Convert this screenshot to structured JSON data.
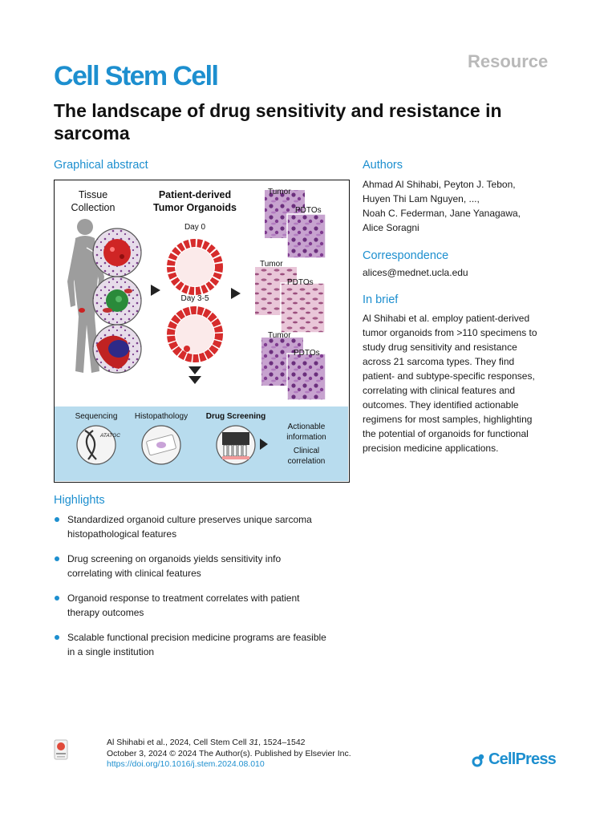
{
  "header": {
    "article_type": "Resource",
    "journal": "Cell Stem Cell",
    "title": "The landscape of drug sensitivity and resistance in sarcoma"
  },
  "graphical_abstract": {
    "heading": "Graphical abstract",
    "tissue_collection": [
      "Tissue",
      "Collection"
    ],
    "pdto_title": [
      "Patient-derived",
      "Tumor Organoids"
    ],
    "day0": "Day 0",
    "day35": "Day 3-5",
    "tumor_label": "Tumor",
    "pdtos_label": "PDTOs",
    "sequencing": "Sequencing",
    "histopathology": "Histopathology",
    "drug_screening": "Drug Screening",
    "actionable": [
      "Actionable",
      "information"
    ],
    "clinical": [
      "Clinical",
      "correlation"
    ],
    "dna_text": "ATATGC"
  },
  "authors": {
    "heading": "Authors",
    "lines": [
      "Ahmad Al Shihabi, Peyton J. Tebon,",
      "Huyen Thi Lam Nguyen, ...,",
      "Noah C. Federman, Jane Yanagawa,",
      "Alice Soragni"
    ]
  },
  "correspondence": {
    "heading": "Correspondence",
    "email": "alices@mednet.ucla.edu"
  },
  "in_brief": {
    "heading": "In brief",
    "lines": [
      "Al Shihabi et al. employ patient-derived",
      "tumor organoids from >110 specimens to",
      "study drug sensitivity and resistance",
      "across 21 sarcoma types. They find",
      "patient- and subtype-specific responses,",
      "correlating with clinical features and",
      "outcomes. They identified actionable",
      "regimens for most samples, highlighting",
      "the potential of organoids for functional",
      "precision medicine applications."
    ]
  },
  "highlights": {
    "heading": "Highlights",
    "items": [
      [
        "Standardized organoid culture preserves unique sarcoma",
        "histopathological features"
      ],
      [
        "Drug screening on organoids yields sensitivity info",
        "correlating with clinical features"
      ],
      [
        "Organoid response to treatment correlates with patient",
        "therapy outcomes"
      ],
      [
        "Scalable functional precision medicine programs are feasible",
        "in a single institution"
      ]
    ]
  },
  "footer": {
    "citation_line1_pre": "Al Shihabi et al., 2024, Cell Stem Cell ",
    "citation_volume": "31",
    "citation_line1_post": ", 1524–1542",
    "citation_line2": "October 3, 2024 © 2024 The Author(s). Published by Elsevier Inc.",
    "doi": "https://doi.org/10.1016/j.stem.2024.08.010",
    "publisher": "CellPress"
  },
  "colors": {
    "accent": "#1d8fcf",
    "resource_gray": "#b9b9b9",
    "panel_blue": "#b8dcee",
    "organoid_red": "#d42a2a",
    "histology_purple": "#9a5aa8"
  }
}
